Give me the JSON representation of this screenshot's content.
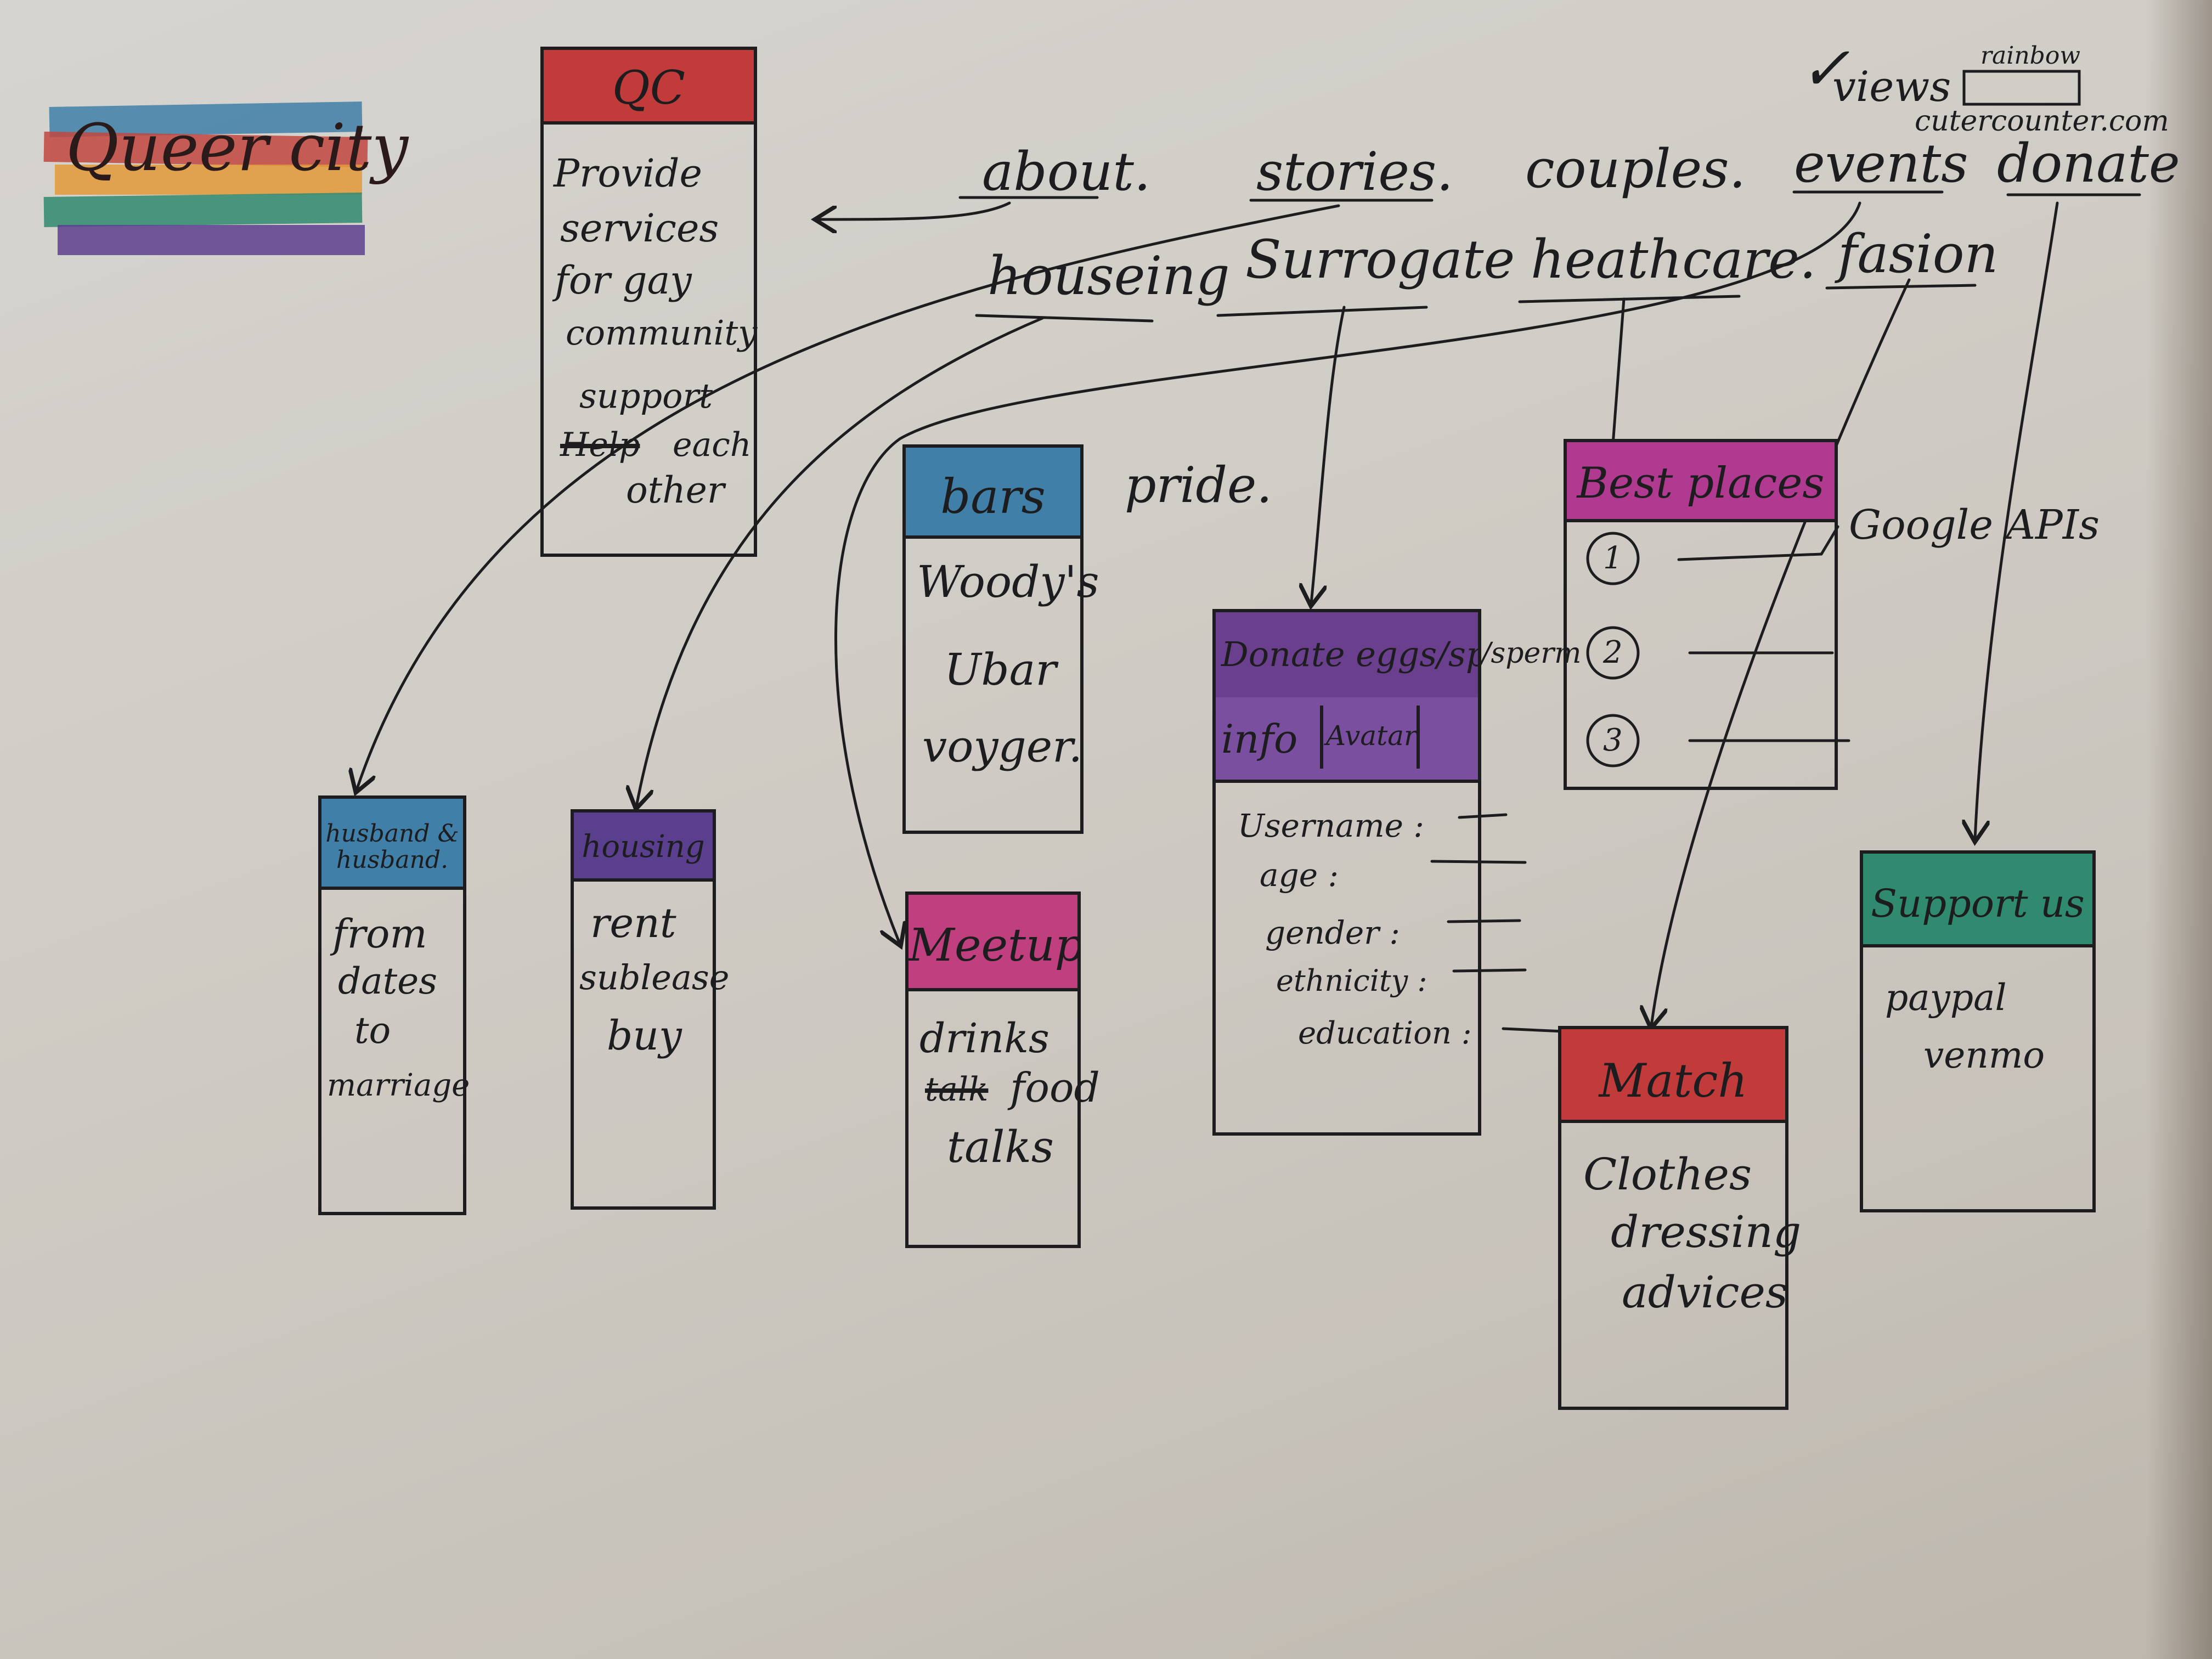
{
  "logo": {
    "text": "Queer city",
    "stripe_colors": [
      "#3f7fa8",
      "#c1473f",
      "#e39a3a",
      "#2f8a6f",
      "#5a3f8e"
    ]
  },
  "top_right": {
    "check": "✓",
    "views_label": "views",
    "rainbow_label": "rainbow",
    "counter_label": "cutercounter.com"
  },
  "nav_row1": [
    "about.",
    "stories.",
    "couples.",
    "events",
    "donate"
  ],
  "nav_row2": [
    "houseing",
    "Surrogate",
    "heathcare.",
    "fasion"
  ],
  "boxes": {
    "qc": {
      "title": "QC",
      "header_color": "#c23b3b",
      "lines": [
        "Provide",
        "services",
        "for gay",
        "community",
        "support",
        "each",
        "other"
      ],
      "struck": "Help"
    },
    "bars": {
      "title": "bars",
      "header_color": "#3f7fa8",
      "lines": [
        "Woody's",
        "Ubar",
        "voyger."
      ],
      "side_note": "pride."
    },
    "best_places": {
      "title": "Best places",
      "header_color": "#b03a8f",
      "items": [
        "1",
        "2",
        "3"
      ],
      "side_note": "Google APIs"
    },
    "donate_eggs": {
      "title": "Donate eggs/sperm",
      "header_color": "#6a3f8e",
      "subheader_info": "info",
      "subheader_avatar": "Avatar",
      "fields": [
        "Username :",
        "age :",
        "gender :",
        "ethnicity :",
        "education :"
      ]
    },
    "husband": {
      "title": "husband & husband.",
      "header_color": "#3f7fa8",
      "lines": [
        "from",
        "dates",
        "to",
        "marriage"
      ]
    },
    "housing": {
      "title": "housing",
      "header_color": "#5a3f8e",
      "lines": [
        "rent",
        "sublease",
        "buy"
      ]
    },
    "meetup": {
      "title": "Meetup",
      "header_color": "#c0407f",
      "lines": [
        "drinks",
        "talk",
        "food",
        "talks"
      ]
    },
    "match": {
      "title": "Match",
      "header_color": "#c23b3b",
      "lines": [
        "Clothes",
        "dressing",
        "advices"
      ]
    },
    "support": {
      "title": "Support us",
      "header_color": "#2f8a6f",
      "lines": [
        "paypal",
        "venmo"
      ]
    }
  }
}
